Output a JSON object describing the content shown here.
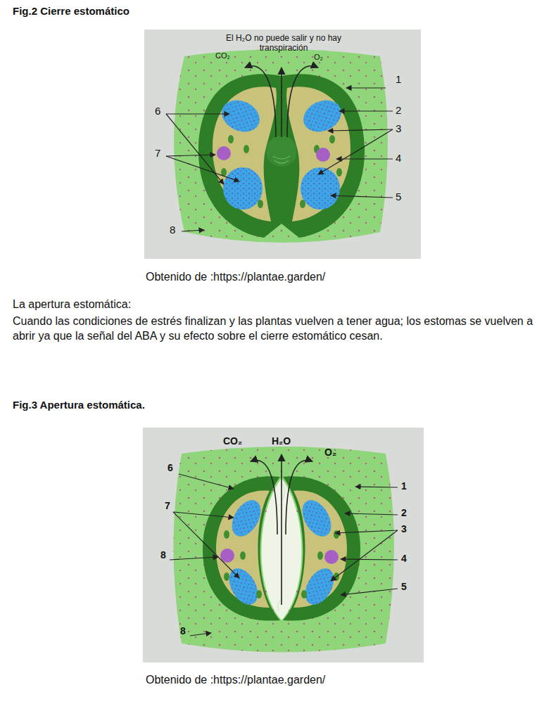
{
  "diagram": {
    "labels": [
      "Fig.2 Cierre estomático",
      "El H₂O no puede salir y no hay transpiración",
      "CO₂",
      "O₂",
      "1",
      "2",
      "3",
      "4",
      "5",
      "6",
      "7",
      "8",
      "Obtenido de :https://plantae.garden/",
      "La apertura estomática:",
      "Cuando las condiciones de estrés finalizan y las plantas vuelven a tener agua; los estomas se vuelven a abrir ya que la señal del ABA y su efecto sobre el cierre estomático cesan.",
      "Fig.3 Apertura estomática.",
      "CO₂",
      "H₂O",
      "O₂",
      "1",
      "2",
      "3",
      "4",
      "5",
      "6",
      "7",
      "8",
      "8",
      "Obtenido de :https://plantae.garden/"
    ]
  }
}
